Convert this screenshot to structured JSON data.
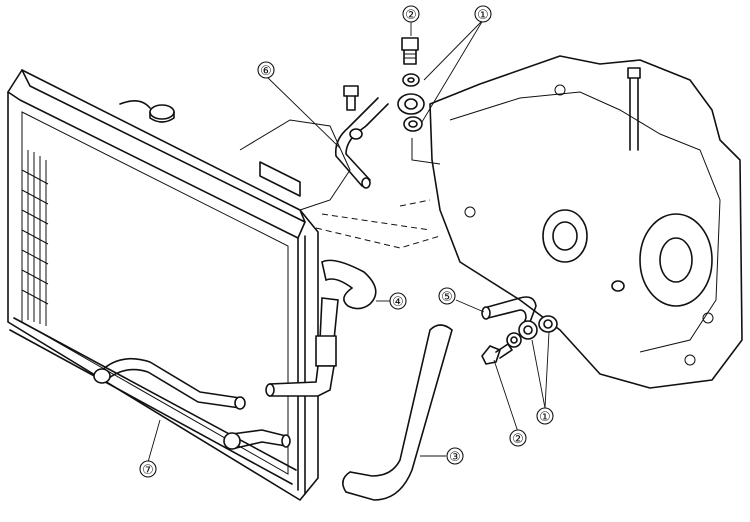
{
  "diagram": {
    "callouts": [
      {
        "id": "c1-top",
        "label": "①"
      },
      {
        "id": "c2-top",
        "label": "②"
      },
      {
        "id": "c6",
        "label": "⑥"
      },
      {
        "id": "c4",
        "label": "④"
      },
      {
        "id": "c5",
        "label": "⑤"
      },
      {
        "id": "c1-bottom",
        "label": "①"
      },
      {
        "id": "c2-bottom",
        "label": "②"
      },
      {
        "id": "c3",
        "label": "③"
      },
      {
        "id": "c7",
        "label": "⑦"
      }
    ]
  }
}
